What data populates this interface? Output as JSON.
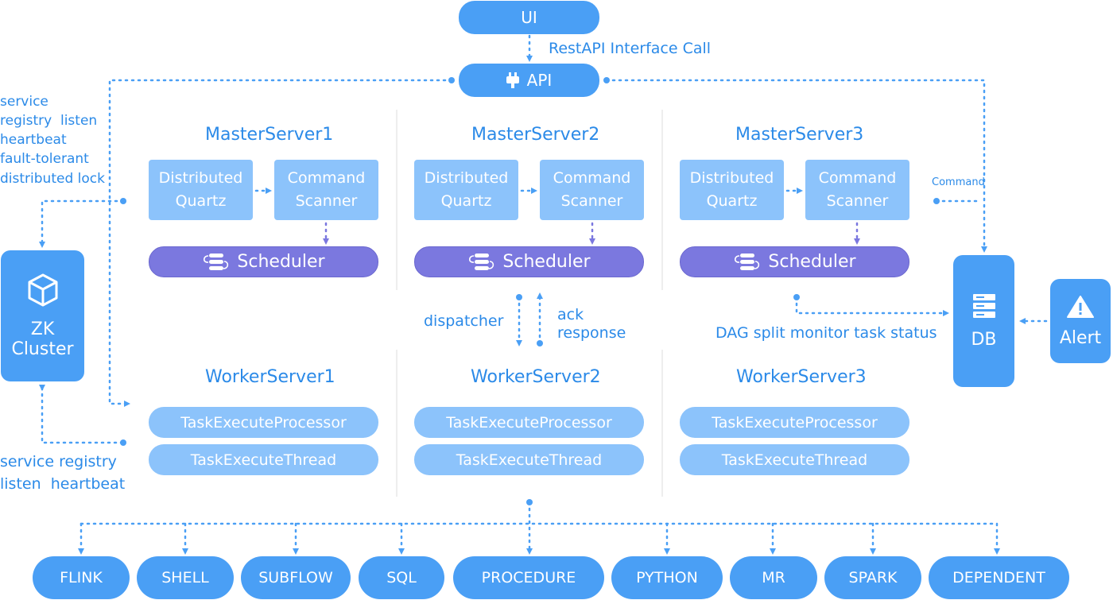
{
  "top": {
    "ui_label": "UI",
    "api_label": "API",
    "rest_label": "RestAPI Interface Call"
  },
  "zk_side_labels": [
    "service",
    "registry  listen",
    "heartbeat",
    "fault-tolerant",
    "distributed lock"
  ],
  "zk": {
    "line1": "ZK",
    "line2": "Cluster"
  },
  "bottom_left_labels": [
    "service registry",
    "listen  heartbeat"
  ],
  "masters": [
    {
      "title": "MasterServer1",
      "quartz": [
        "Distributed",
        "Quartz"
      ],
      "scanner": [
        "Command",
        "Scanner"
      ],
      "scheduler": "Scheduler"
    },
    {
      "title": "MasterServer2",
      "quartz": [
        "Distributed",
        "Quartz"
      ],
      "scanner": [
        "Command",
        "Scanner"
      ],
      "scheduler": "Scheduler"
    },
    {
      "title": "MasterServer3",
      "quartz": [
        "Distributed",
        "Quartz"
      ],
      "scanner": [
        "Command",
        "Scanner"
      ],
      "scheduler": "Scheduler"
    }
  ],
  "workers": [
    {
      "title": "WorkerServer1",
      "processor": "TaskExecuteProcessor",
      "thread": "TaskExecuteThread"
    },
    {
      "title": "WorkerServer2",
      "processor": "TaskExecuteProcessor",
      "thread": "TaskExecuteThread"
    },
    {
      "title": "WorkerServer3",
      "processor": "TaskExecuteProcessor",
      "thread": "TaskExecuteThread"
    }
  ],
  "dispatch": {
    "dispatcher": "dispatcher",
    "ack": [
      "ack",
      "response"
    ]
  },
  "command_label": "Command",
  "dag_label": "DAG split monitor task status",
  "db_label": "DB",
  "alert_label": "Alert",
  "tasks": [
    "FLINK",
    "SHELL",
    "SUBFLOW",
    "SQL",
    "PROCEDURE",
    "PYTHON",
    "MR",
    "SPARK",
    "DEPENDENT"
  ],
  "colors": {
    "primary": "#4a9ff5",
    "light": "#8cc3fb",
    "scheduler": "#7b78df",
    "text": "#2b8ae8"
  }
}
